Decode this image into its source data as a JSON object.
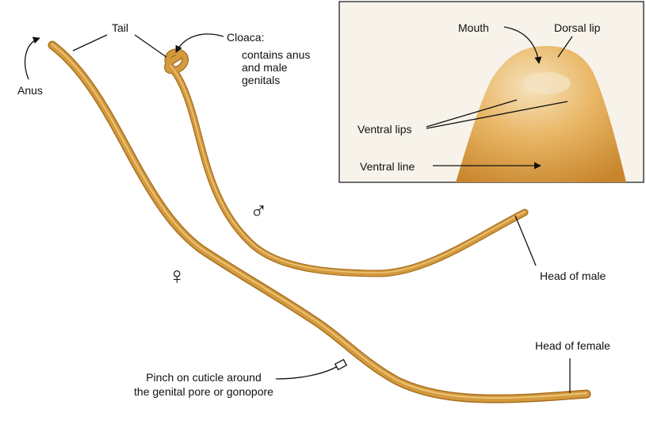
{
  "labels": {
    "anus": "Anus",
    "tail": "Tail",
    "cloaca": "Cloaca:",
    "cloaca_desc": [
      "contains anus",
      "and male",
      "genitals"
    ],
    "mouth": "Mouth",
    "dorsal_lip": "Dorsal lip",
    "ventral_lips": "Ventral lips",
    "ventral_line": "Ventral line",
    "head_male": "Head of male",
    "head_female": "Head of female",
    "pinch": [
      "Pinch on cuticle around",
      "the genital pore or gonopore"
    ]
  },
  "symbols": {
    "male": "♂",
    "female": "♀"
  },
  "colors": {
    "worm_body": "#d39a3e",
    "worm_highlight": "#f1cd85",
    "worm_edge": "#a86e1e",
    "inset_bg": "#f7f3ea",
    "head_body": "#e0a54c",
    "line": "#111111"
  }
}
